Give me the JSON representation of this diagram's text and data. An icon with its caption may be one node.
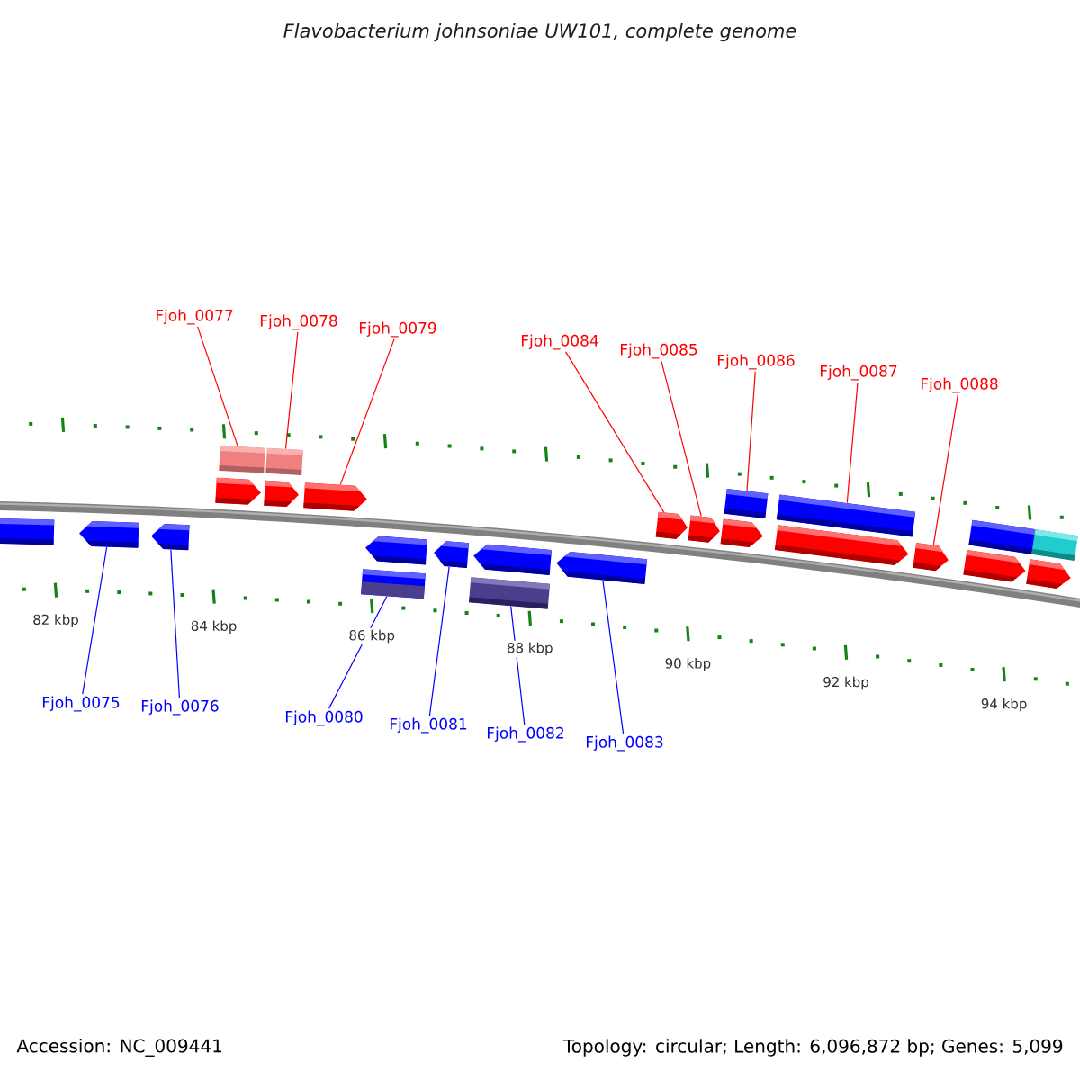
{
  "diagram": {
    "title": "Flavobacterium johnsoniae UW101, complete genome",
    "nodes": [
      {
        "text": [
          "Fjoh_0077"
        ]
      },
      {
        "text": [
          "Fjoh_0078"
        ]
      },
      {
        "text": [
          "Fjoh_0079"
        ]
      },
      {
        "text": [
          "Fjoh_0084"
        ]
      },
      {
        "text": [
          "Fjoh_0085"
        ]
      },
      {
        "text": [
          "Fjoh_0086"
        ]
      },
      {
        "text": [
          "Fjoh_0087"
        ]
      },
      {
        "text": [
          "Fjoh_0088"
        ]
      },
      {
        "text": [],
        "shape": "bar"
      },
      {
        "text": [],
        "shape": "bar"
      },
      {
        "text": [],
        "shape": "arrow"
      },
      {
        "text": [],
        "shape": "arrow"
      },
      {
        "text": [],
        "shape": "arrow"
      },
      {
        "text": [],
        "shape": "bar"
      },
      {
        "text": [],
        "shape": "bar"
      },
      {
        "text": [],
        "shape": "bar"
      },
      {
        "text": [],
        "shape": "bar"
      },
      {
        "text": [],
        "shape": "arrow"
      },
      {
        "text": [],
        "shape": "arrow"
      },
      {
        "text": [],
        "shape": "arrow"
      },
      {
        "text": [],
        "shape": "arrow"
      },
      {
        "text": [],
        "shape": "arrow"
      },
      {
        "text": [],
        "shape": "arrow"
      },
      {
        "text": [],
        "shape": "arrow"
      },
      {
        "text": [],
        "shape": "bar"
      },
      {
        "text": [],
        "shape": "arrow"
      },
      {
        "text": [],
        "shape": "arrow"
      },
      {
        "text": [],
        "shape": "arrow"
      },
      {
        "text": [],
        "shape": "arrow"
      },
      {
        "text": [],
        "shape": "arrow"
      },
      {
        "text": [],
        "shape": "arrow"
      },
      {
        "text": [],
        "shape": "bar"
      },
      {
        "text": [],
        "shape": "bar"
      },
      {
        "text": [
          "Fjoh_0075"
        ]
      },
      {
        "text": [
          "Fjoh_0076"
        ]
      },
      {
        "text": [
          "Fjoh_0080"
        ]
      },
      {
        "text": [
          "Fjoh_0081"
        ]
      },
      {
        "text": [
          "Fjoh_0082"
        ]
      },
      {
        "text": [
          "Fjoh_0083"
        ]
      }
    ],
    "edges": [
      {
        "from": 0,
        "to": 8,
        "arrow": "none"
      },
      {
        "from": 1,
        "to": 9,
        "arrow": "none"
      },
      {
        "from": 2,
        "to": 12,
        "arrow": "none"
      },
      {
        "from": 3,
        "to": 17,
        "arrow": "none"
      },
      {
        "from": 4,
        "to": 18,
        "arrow": "none"
      },
      {
        "from": 5,
        "to": 13,
        "arrow": "none"
      },
      {
        "from": 6,
        "to": 14,
        "arrow": "none"
      },
      {
        "from": 7,
        "to": 21,
        "arrow": "none"
      },
      {
        "from": 33,
        "to": 25,
        "arrow": "none",
        "color": "#0000ff"
      },
      {
        "from": 34,
        "to": 26,
        "arrow": "none",
        "color": "#0000ff"
      },
      {
        "from": 35,
        "to": 31,
        "arrow": "none",
        "color": "#0000ff"
      },
      {
        "from": 36,
        "to": 28,
        "arrow": "none",
        "color": "#0000ff"
      },
      {
        "from": 37,
        "to": 32,
        "arrow": "none",
        "color": "#0000ff"
      },
      {
        "from": 38,
        "to": 30,
        "arrow": "none",
        "color": "#0000ff"
      }
    ],
    "labels": [
      "82 kbp",
      "84 kbp",
      "86 kbp",
      "88 kbp",
      "90 kbp",
      "92 kbp",
      "94 kbp",
      "Accession: NC_009441",
      "Topology: circular; Length: 6,096,872 bp; Genes: 5,099"
    ]
  }
}
